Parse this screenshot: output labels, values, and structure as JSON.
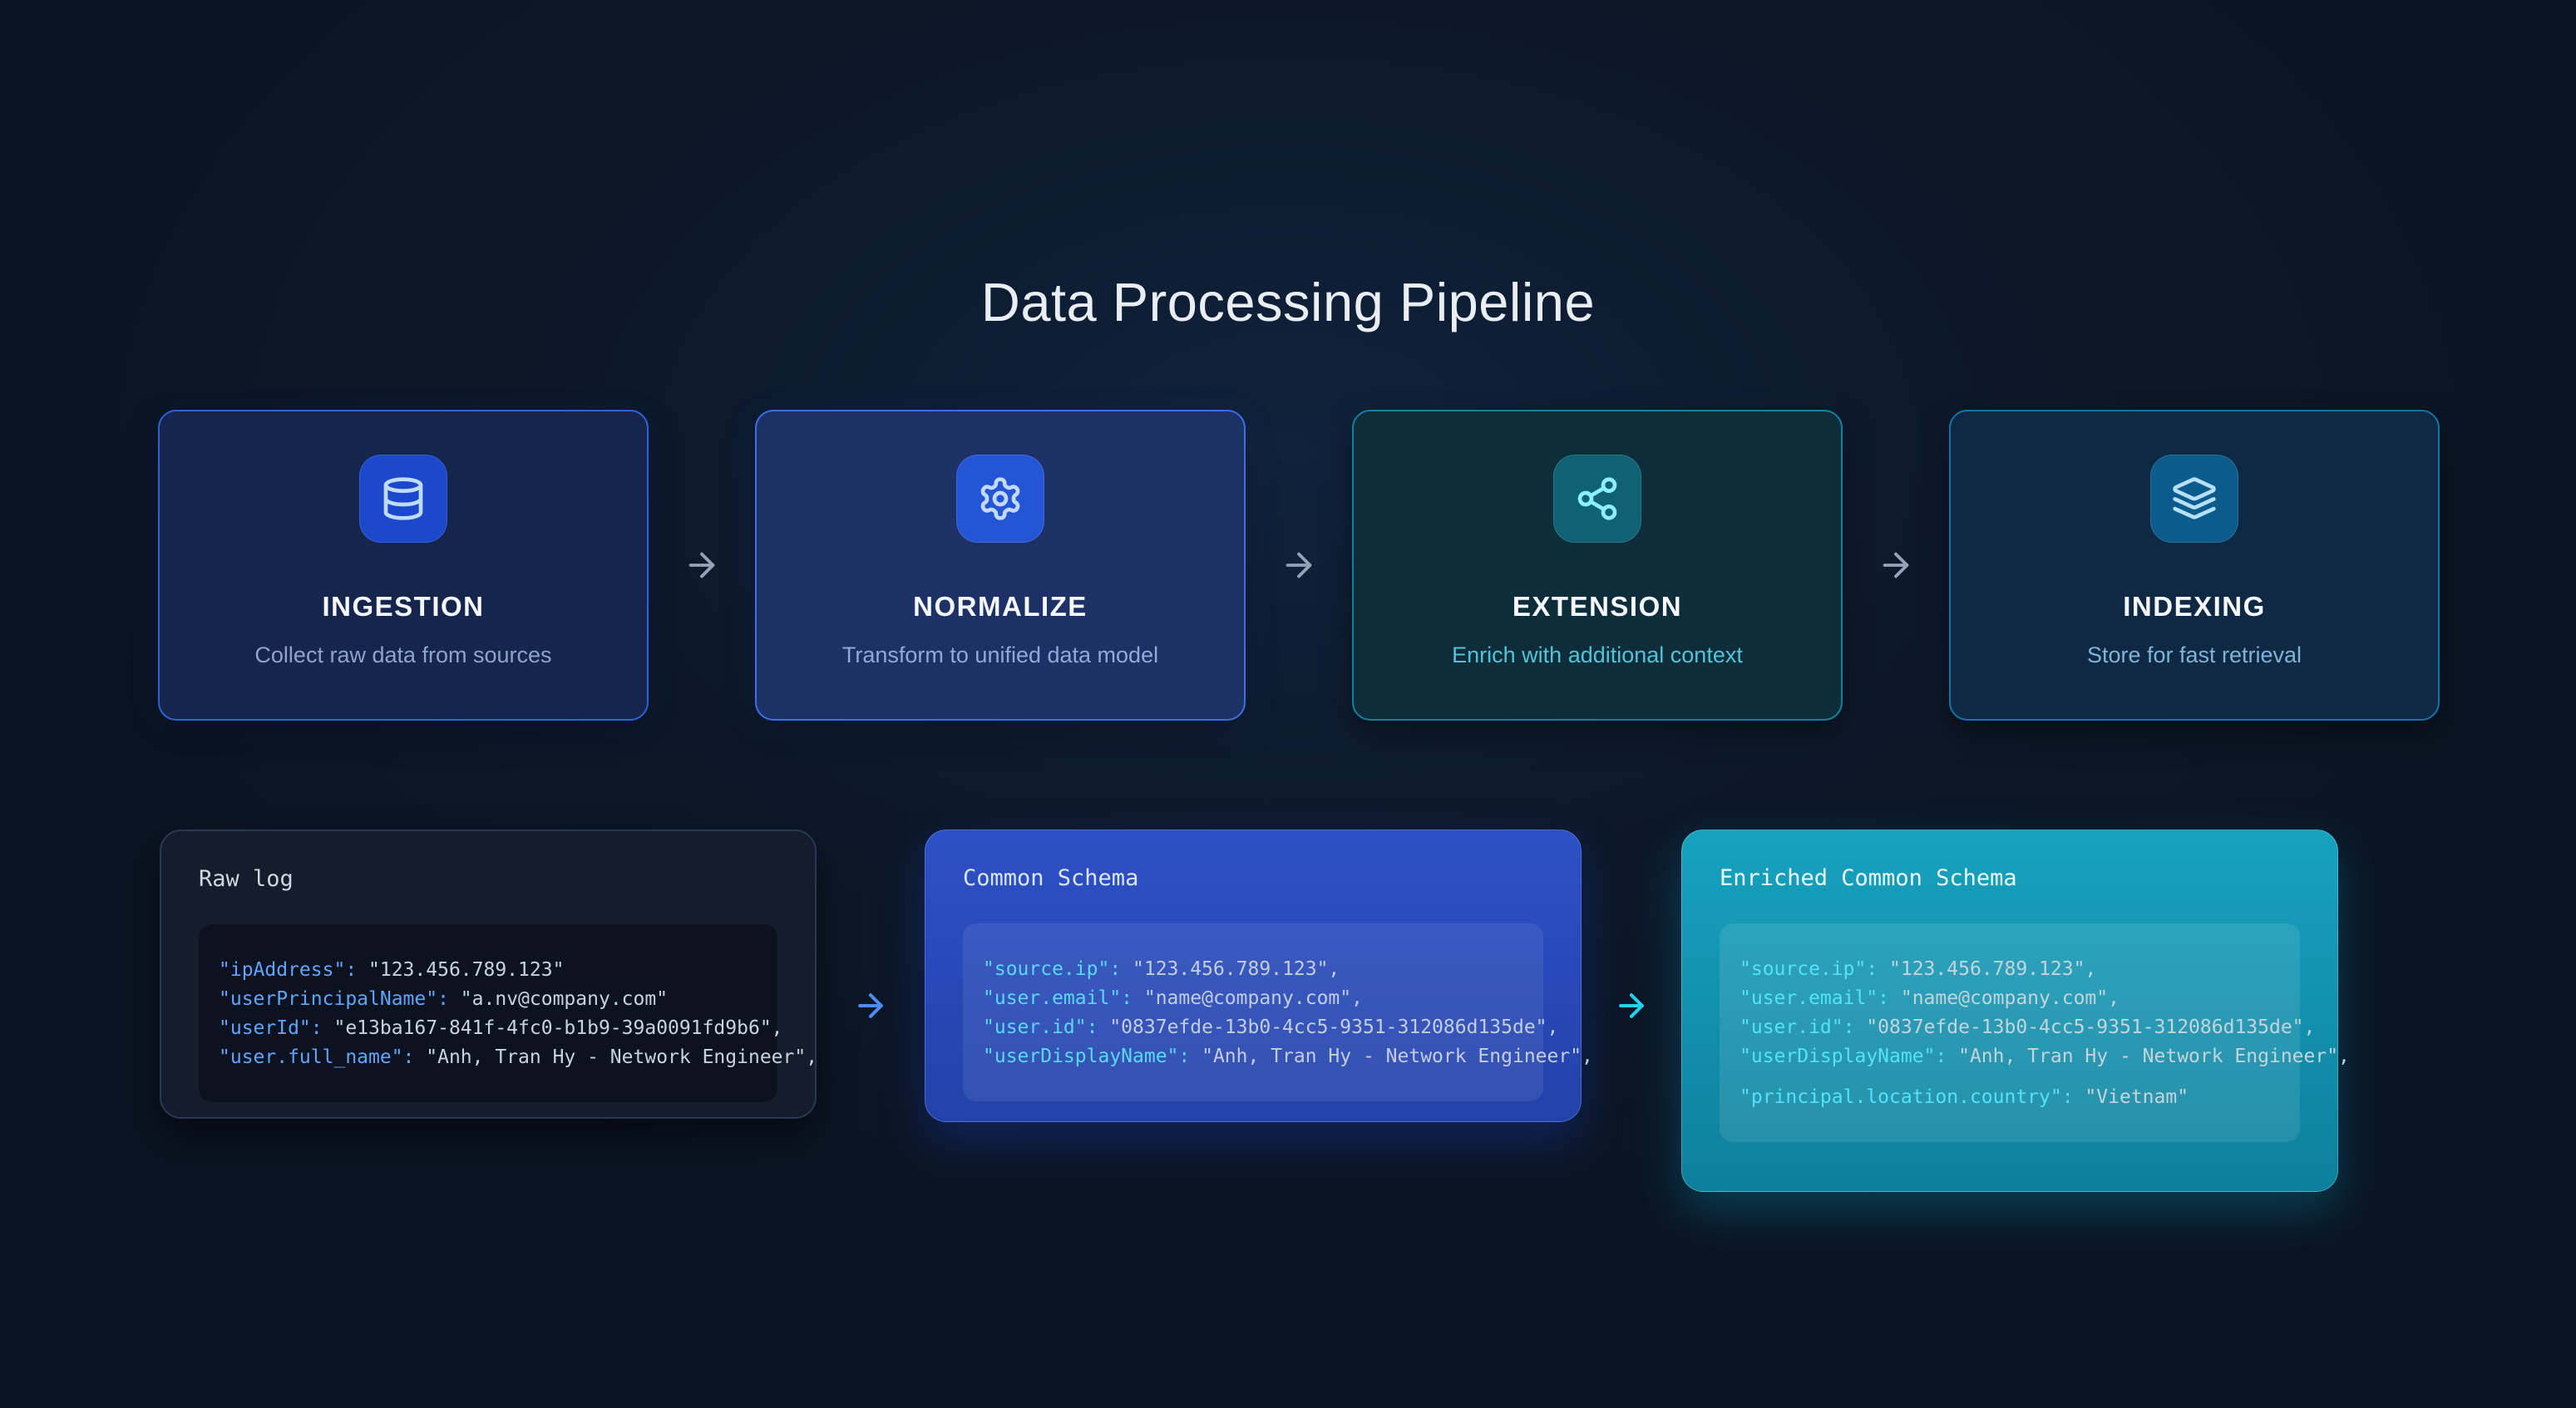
{
  "page": {
    "title": "Data Processing Pipeline"
  },
  "stages": [
    {
      "id": "ingestion",
      "title": "INGESTION",
      "description": "Collect raw data from sources",
      "icon": "database-icon",
      "accent": "#2c62da"
    },
    {
      "id": "normalize",
      "title": "NORMALIZE",
      "description": "Transform to unified data model",
      "icon": "gear-icon",
      "accent": "#3c6fe6"
    },
    {
      "id": "extension",
      "title": "EXTENSION",
      "description": "Enrich with additional context",
      "icon": "share-network-icon",
      "accent": "#16809c"
    },
    {
      "id": "indexing",
      "title": "INDEXING",
      "description": "Store for fast retrieval",
      "icon": "layers-icon",
      "accent": "#1274a8"
    }
  ],
  "stage_flow": {
    "connector_icon": "arrow-right-icon",
    "connector_color": "#94a3b8"
  },
  "schemas": [
    {
      "title": "Raw log",
      "lines": [
        {
          "key": "\"ipAddress\":",
          "value": " \"123.456.789.123\""
        },
        {
          "key": "\"userPrincipalName\":",
          "value": " \"a.nv@company.com\""
        },
        {
          "key": "\"userId\":",
          "value": " \"e13ba167-841f-4fc0-b1b9-39a0091fd9b6\","
        },
        {
          "key": "\"user.full_name\":",
          "value": " \"Anh, Tran Hy - Network Engineer\","
        }
      ]
    },
    {
      "title": "Common Schema",
      "lines": [
        {
          "key": "\"source.ip\":",
          "value": " \"123.456.789.123\","
        },
        {
          "key": "\"user.email\":",
          "value": " \"name@company.com\","
        },
        {
          "key": "\"user.id\":",
          "value": " \"0837efde-13b0-4cc5-9351-312086d135de\","
        },
        {
          "key": "\"userDisplayName\":",
          "value": " \"Anh, Tran Hy - Network Engineer\","
        }
      ]
    },
    {
      "title": "Enriched Common Schema",
      "lines": [
        {
          "key": "\"source.ip\":",
          "value": " \"123.456.789.123\","
        },
        {
          "key": "\"user.email\":",
          "value": " \"name@company.com\","
        },
        {
          "key": "\"user.id\":",
          "value": " \"0837efde-13b0-4cc5-9351-312086d135de\","
        },
        {
          "key": "\"userDisplayName\":",
          "value": " \"Anh, Tran Hy - Network Engineer\","
        },
        {
          "key": "\"principal.location.country\":",
          "value": " \"Vietnam\"",
          "gap": true
        }
      ]
    }
  ],
  "schema_flow": [
    {
      "connector_icon": "arrow-right-icon",
      "connector_color": "#4c8df6"
    },
    {
      "connector_icon": "arrow-right-icon",
      "connector_color": "#22d3ee"
    }
  ],
  "colors": {
    "background": "#0a1422",
    "title_text": "#e9eef5",
    "raw_card": "#151d2d",
    "common_card": "#2a4ab8",
    "enriched_card": "#1394b0",
    "raw_key": "#60a5fa",
    "common_key": "#5bd8f7",
    "enriched_key": "#52e4f6",
    "code_value": "#c9d3df"
  }
}
